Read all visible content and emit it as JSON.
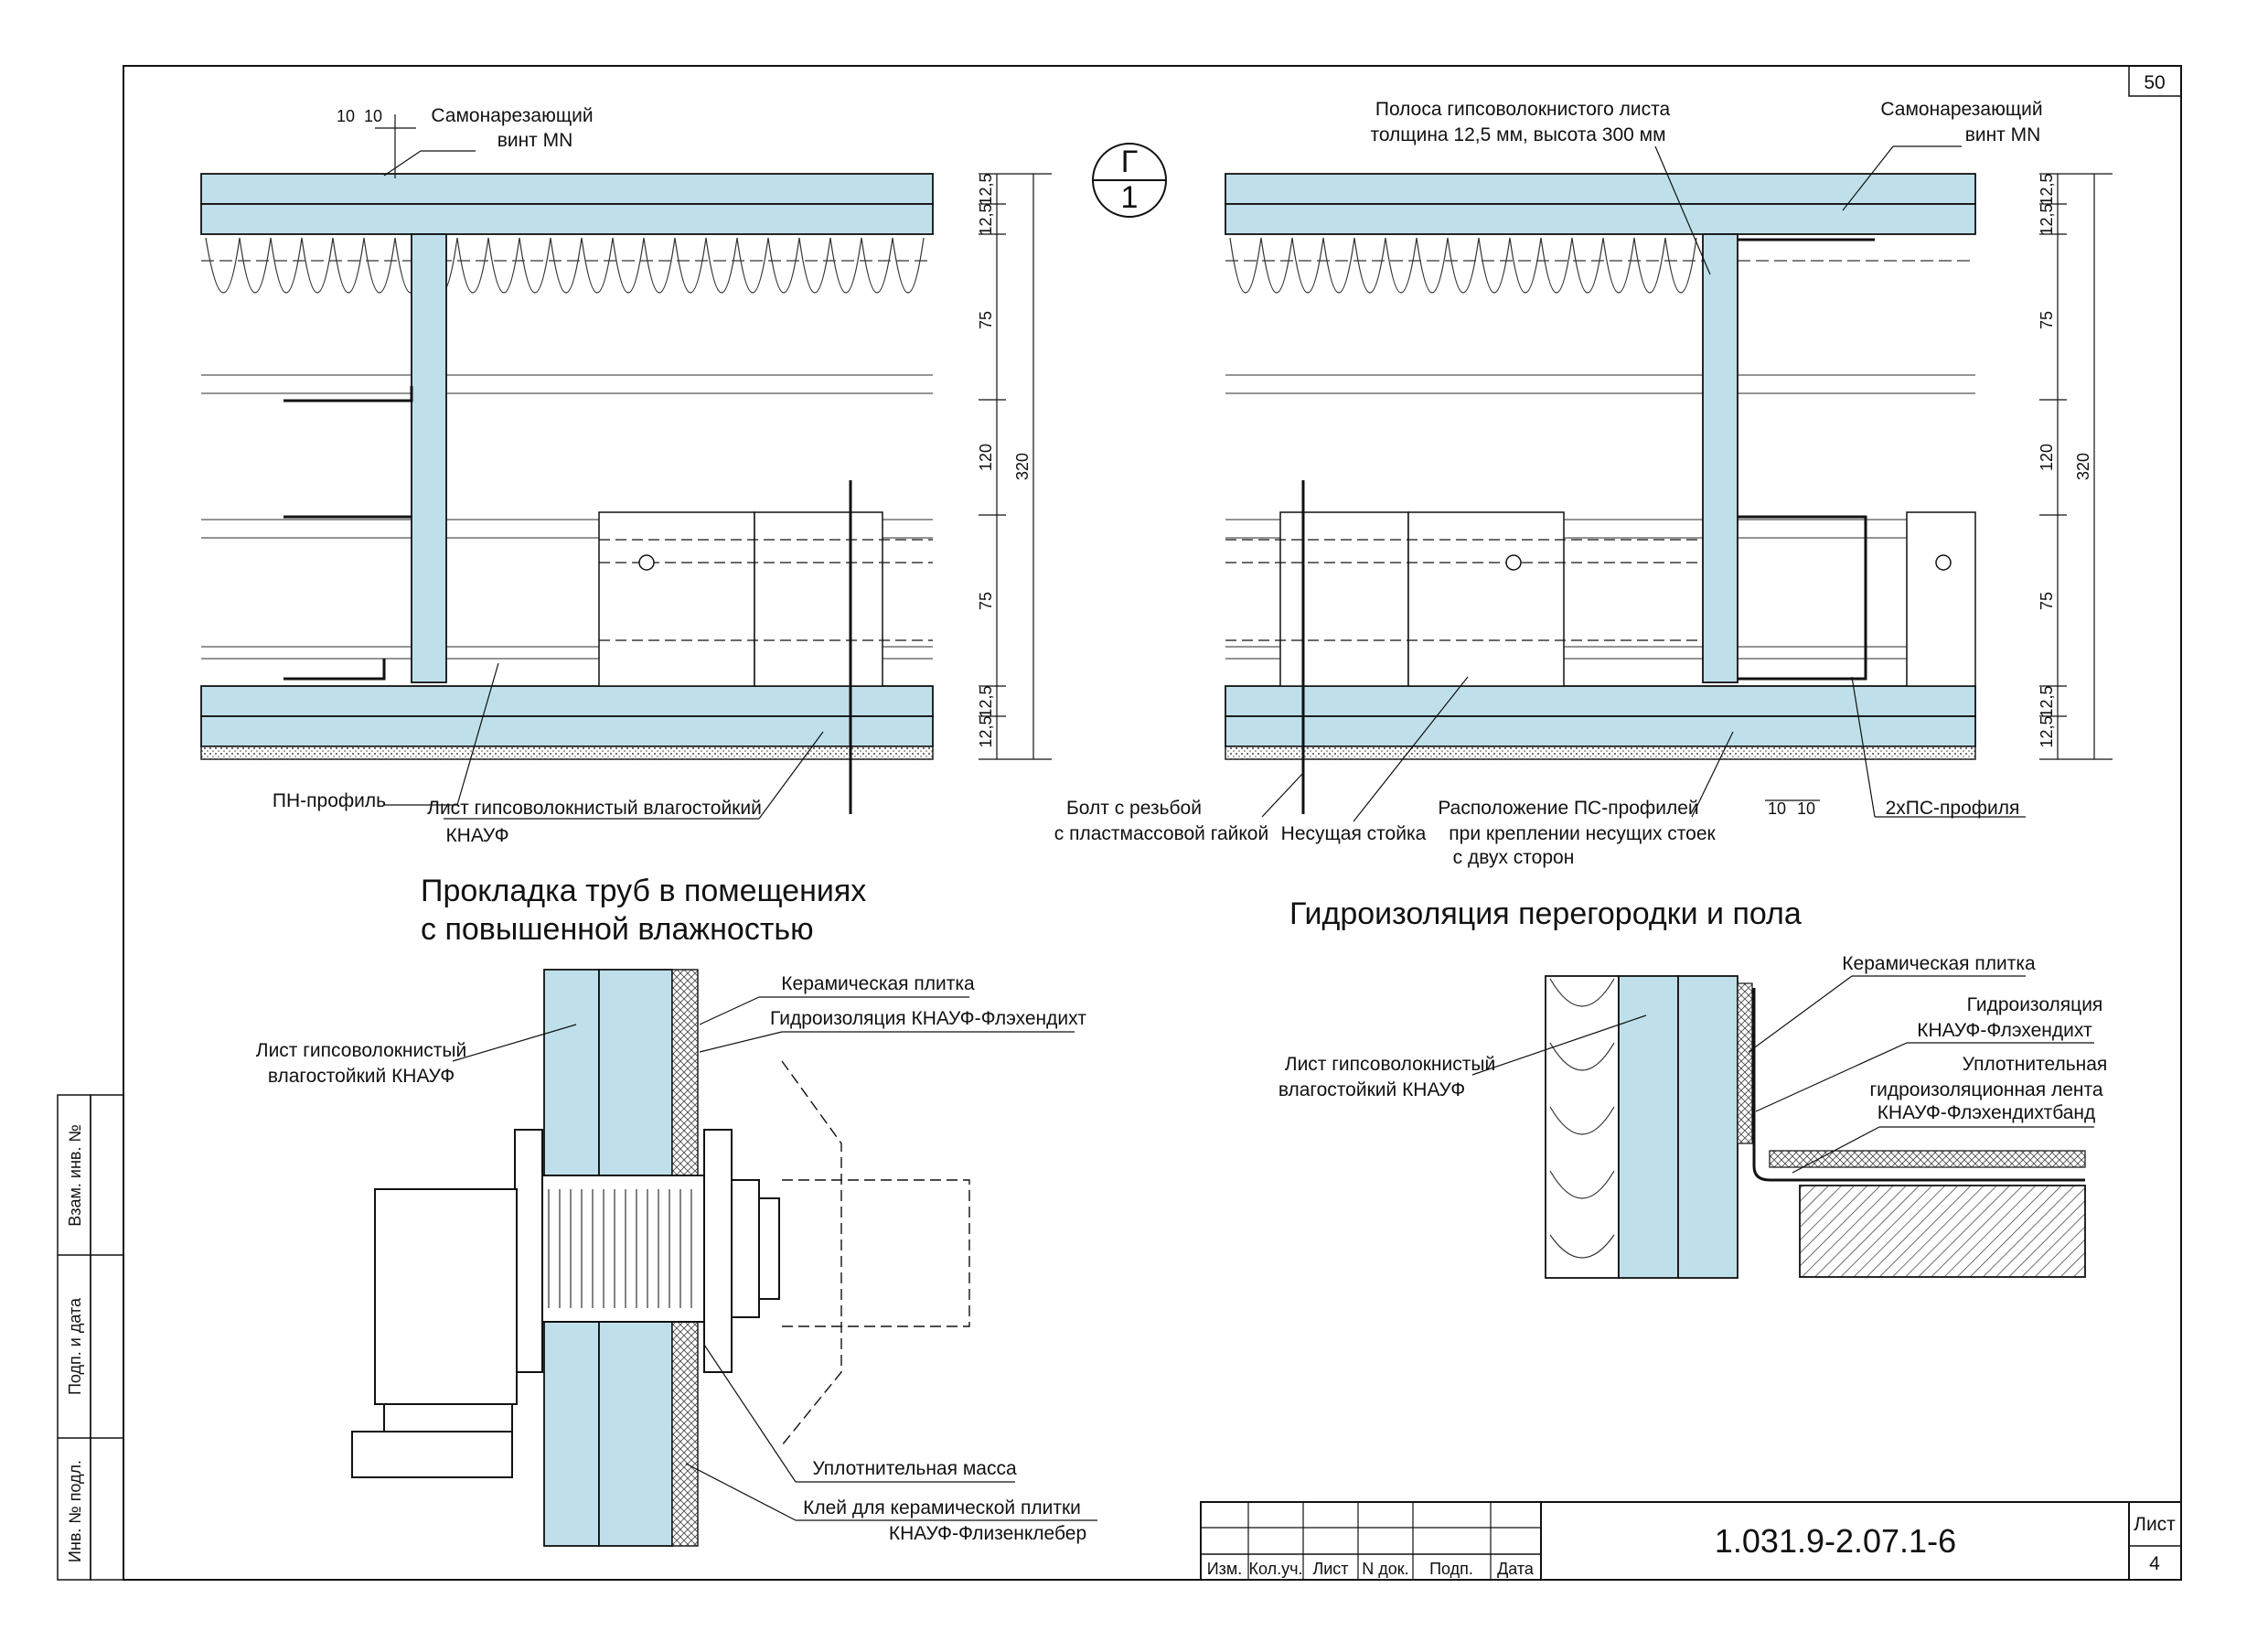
{
  "sheet": {
    "top_page_number": "50",
    "section_mark": {
      "top": "Г",
      "bottom": "1"
    },
    "code": "1.031.9-2.07.1-6",
    "list_label": "Лист",
    "list_number": "4",
    "stamp_columns": [
      "Изм.",
      "Кол.уч.",
      "Лист",
      "N док.",
      "Подп.",
      "Дата"
    ],
    "side_columns": [
      "Инв. № подл.",
      "Подп. и дата",
      "Взам. инв. №"
    ]
  },
  "left_plan": {
    "screw_label": [
      "Самонарезающий",
      "винт MN"
    ],
    "pn_profile": "ПН-профиль",
    "sheet_label": [
      "Лист гипсоволокнистый влагостойкий",
      "КНАУФ"
    ],
    "dims_top": [
      "10",
      "10"
    ],
    "dims_right": [
      "12,5",
      "12,5",
      "75",
      "120",
      "75",
      "12,5",
      "12,5"
    ],
    "dim_total": "320"
  },
  "right_plan": {
    "strip_label": [
      "Полоса гипсоволокнистого листа",
      "толщина 12,5 мм, высота 300 мм"
    ],
    "screw_label": [
      "Самонарезающий",
      "винт MN"
    ],
    "bolt_label": [
      "Болт с резьбой",
      "с пластмассовой гайкой"
    ],
    "stud_label": "Несущая стойка",
    "ps_position_label": [
      "Расположение ПС-профилей",
      "при креплении несущих стоек",
      "с двух сторон"
    ],
    "double_ps_label": "2хПС-профиля",
    "dims_bottom": [
      "10",
      "10"
    ],
    "dims_right": [
      "12,5",
      "12,5",
      "75",
      "120",
      "75",
      "12,5",
      "12,5"
    ],
    "dim_total": "320"
  },
  "pipe_detail": {
    "title": [
      "Прокладка труб в помещениях",
      "с повышенной влажностью"
    ],
    "sheet_label": [
      "Лист гипсоволокнистый",
      "влагостойкий КНАУФ"
    ],
    "tile": "Керамическая плитка",
    "waterproofing": "Гидроизоляция КНАУФ-Флэхендихт",
    "sealant": "Уплотнительная масса",
    "glue": [
      "Клей для керамической плитки",
      "КНАУФ-Флизенклебер"
    ]
  },
  "floor_detail": {
    "title": "Гидроизоляция перегородки и пола",
    "sheet_label": [
      "Лист гипсоволокнистый",
      "влагостойкий КНАУФ"
    ],
    "tile": "Керамическая плитка",
    "waterproofing": [
      "Гидроизоляция",
      "КНАУФ-Флэхендихт"
    ],
    "tape": [
      "Уплотнительная",
      "гидроизоляционная лента",
      "КНАУФ-Флэхендихтбанд"
    ]
  },
  "colors": {
    "board": "#bfe0ea",
    "line": "#111111"
  }
}
